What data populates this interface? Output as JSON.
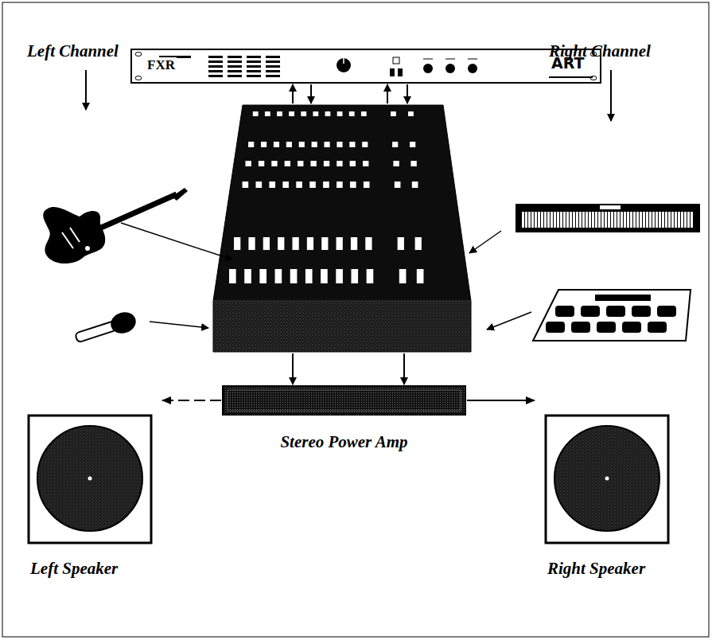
{
  "diagram": {
    "nodes": [
      {
        "text": [
          "FXR",
          "ART"
        ]
      },
      {
        "text": [
          "Stereo Power Amp"
        ]
      },
      {
        "text": [
          "Left Speaker"
        ]
      },
      {
        "text": [
          "Right Speaker"
        ]
      }
    ],
    "edges": [
      {
        "from": 1,
        "to": 2,
        "arrow": "to"
      },
      {
        "from": 1,
        "to": 3,
        "arrow": "to"
      }
    ],
    "labels": [
      "Left Channel",
      "Right Channel"
    ]
  }
}
